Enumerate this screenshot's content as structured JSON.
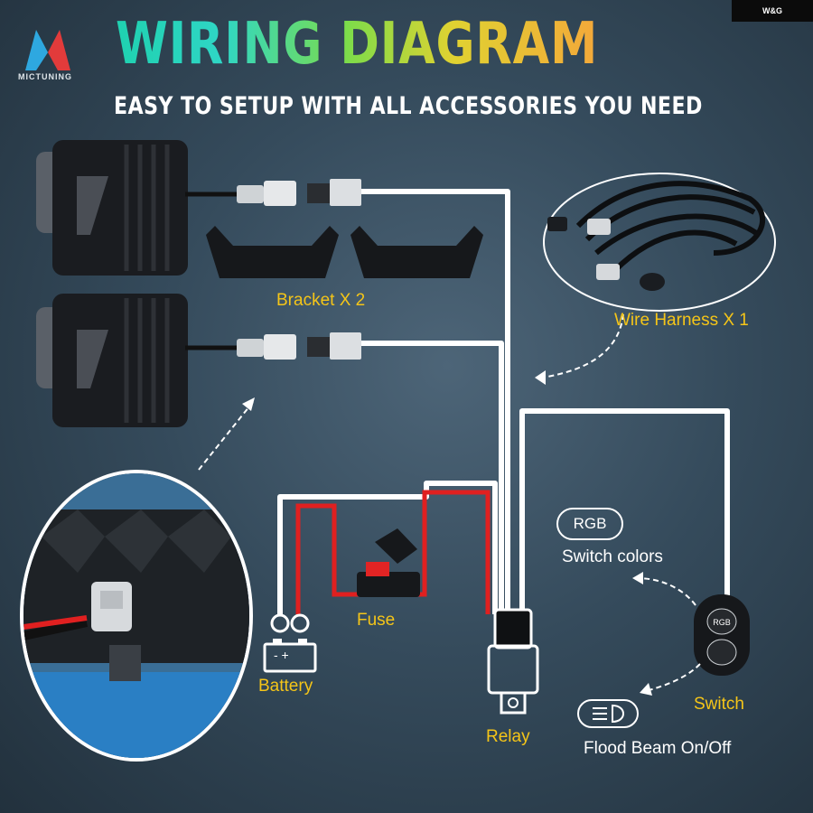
{
  "brand": {
    "name": "MICTUNING",
    "corner_badge": "W&G"
  },
  "header": {
    "title": "WIRING DIAGRAM",
    "subtitle": "EASY TO SETUP WITH ALL ACCESSORIES YOU NEED"
  },
  "labels": {
    "bracket": "Bracket X 2",
    "harness": "Wire Harness X 1",
    "fuse": "Fuse",
    "battery": "Battery",
    "relay": "Relay",
    "switch": "Switch",
    "rgb_badge": "RGB",
    "switch_colors": "Switch colors",
    "flood_beam": "Flood Beam On/Off",
    "battery_terminals": "- +",
    "switch_rgb_button": "RGB"
  },
  "colors": {
    "title_gradient": [
      "#1fd1b0",
      "#7ddc4a",
      "#e0d231",
      "#f3a83a"
    ],
    "accent_yellow": "#f5c518",
    "wire_white": "#ffffff",
    "wire_red": "#e02020",
    "background": "#3b5263"
  },
  "icons": [
    "brand-logo-icon",
    "light-pod-icon",
    "bracket-icon",
    "wire-harness-icon",
    "fuse-icon",
    "battery-icon",
    "relay-icon",
    "switch-icon",
    "flood-beam-icon",
    "arrow-icon"
  ]
}
